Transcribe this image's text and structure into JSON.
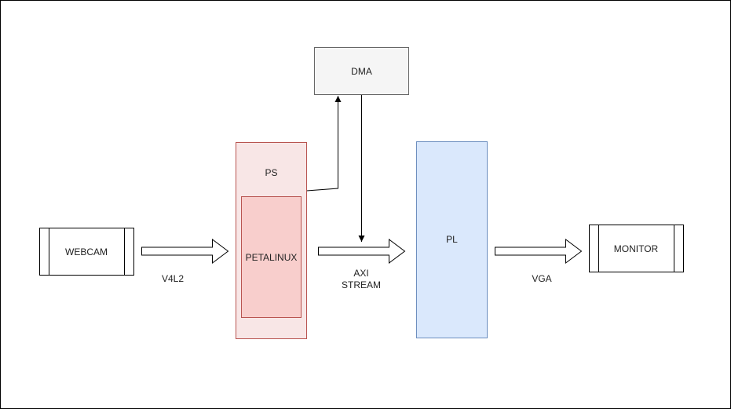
{
  "nodes": {
    "dma": "DMA",
    "ps": "PS",
    "petalinux": "PETALINUX",
    "pl": "PL",
    "webcam": "WEBCAM",
    "monitor": "MONITOR"
  },
  "edges": {
    "v4l2": "V4L2",
    "axi_line1": "AXI",
    "axi_line2": "STREAM",
    "vga": "VGA"
  },
  "colors": {
    "dma_fill": "#f5f5f5",
    "dma_stroke": "#666666",
    "ps_fill": "#f8e6e6",
    "ps_stroke": "#b85450",
    "petalinux_fill": "#f8cecc",
    "pl_fill": "#dae8fc",
    "pl_stroke": "#6c8ebf"
  }
}
